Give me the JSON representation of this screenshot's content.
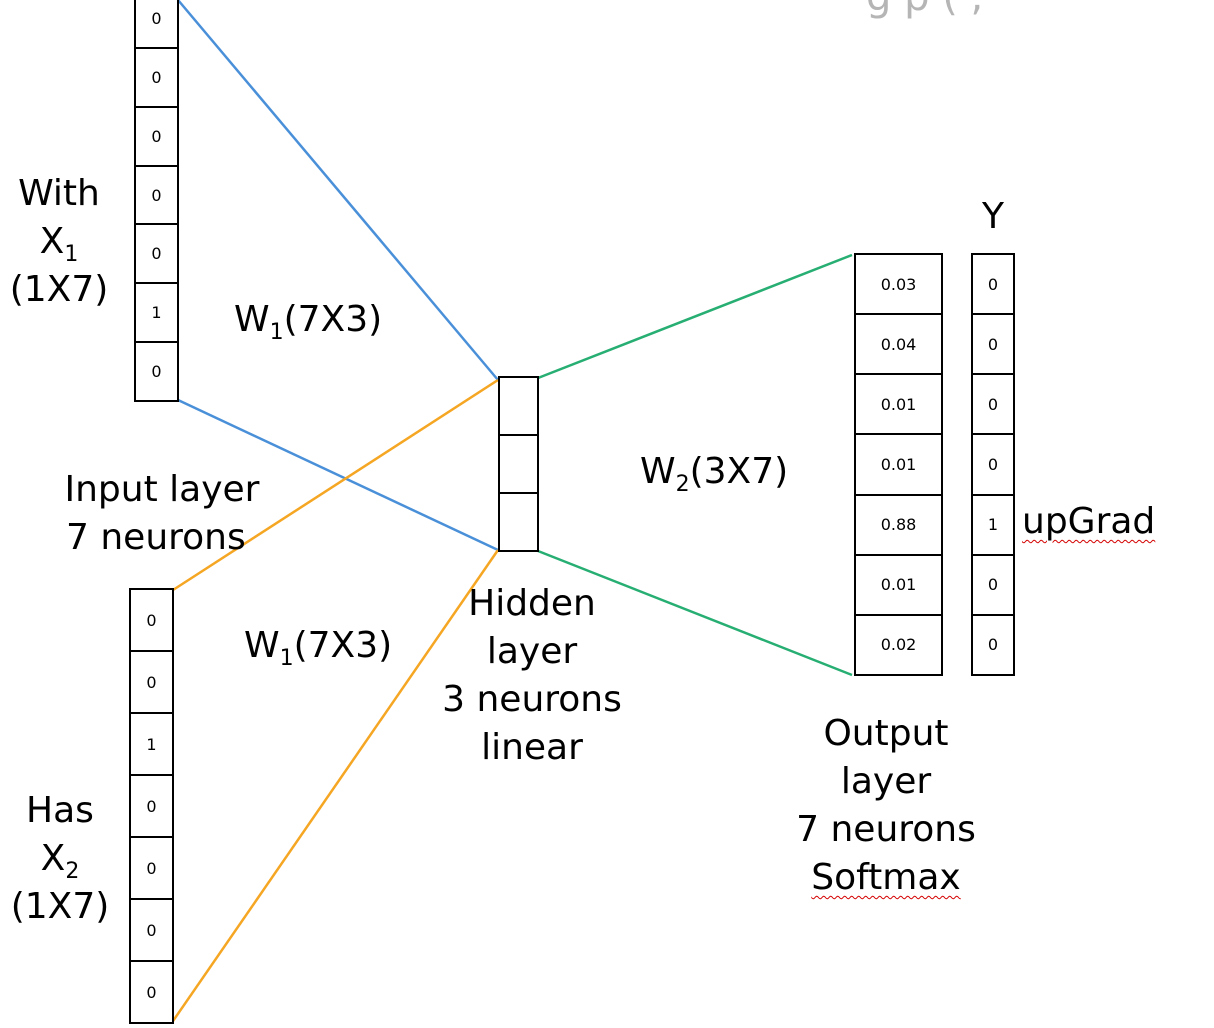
{
  "colors": {
    "input_1_edges": "#4a90d9",
    "input_2_edges": "#f5a623",
    "output_edges": "#27ae72",
    "squiggle": "#d40000",
    "faint_text": "#b5b5b5"
  },
  "input_vector_1": {
    "label_line1": "With",
    "label_var": "X",
    "label_sub": "1",
    "label_dims": "(1X7)",
    "cells": [
      "0",
      "0",
      "0",
      "0",
      "0",
      "1",
      "0"
    ]
  },
  "input_vector_2": {
    "label_line1": "Has",
    "label_var": "X",
    "label_sub": "2",
    "label_dims": "(1X7)",
    "cells": [
      "0",
      "0",
      "1",
      "0",
      "0",
      "0",
      "0"
    ]
  },
  "weights_1_top": {
    "var": "W",
    "sub": "1",
    "dims": "(7X3)"
  },
  "weights_1_bottom": {
    "var": "W",
    "sub": "1",
    "dims": "(7X3)"
  },
  "weights_2": {
    "var": "W",
    "sub": "2",
    "dims": "(3X7)"
  },
  "input_layer": {
    "line1": "Input layer",
    "line2": "7 neurons"
  },
  "hidden_layer": {
    "line1": "Hidden",
    "line2": "layer",
    "line3": "3 neurons",
    "line4": "linear",
    "cells": [
      "",
      "",
      ""
    ]
  },
  "output_layer": {
    "line1": "Output",
    "line2": "layer",
    "line3": "7 neurons",
    "line4": "Softmax",
    "cells": [
      "0.03",
      "0.04",
      "0.01",
      "0.01",
      "0.88",
      "0.01",
      "0.02"
    ]
  },
  "target": {
    "label": "Y",
    "cells": [
      "0",
      "0",
      "0",
      "0",
      "1",
      "0",
      "0"
    ]
  },
  "brand": "upGrad",
  "faint_header": "g p   ( , "
}
